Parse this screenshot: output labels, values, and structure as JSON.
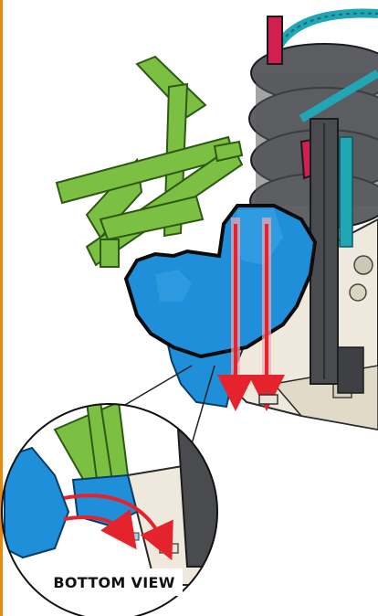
{
  "document": {
    "type": "assembly-instruction-illustration",
    "callout_label": "BOTTOM VIEW"
  },
  "colors": {
    "border_accent": "#e58a12",
    "green_tower": "#7bc043",
    "blue_rock": "#1e8fd8",
    "teal_rail": "#21a6b5",
    "track_gray": "#5b5d61",
    "base_cream": "#efe9dd",
    "arrow_red": "#e5232d",
    "magenta_post": "#d21f4f"
  },
  "icons": [
    "arrow-down-icon",
    "arrow-curved-icon",
    "bottom-view-magnifier"
  ]
}
